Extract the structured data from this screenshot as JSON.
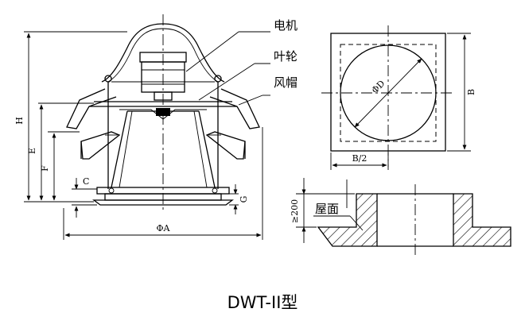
{
  "labels": {
    "motor": "电机",
    "impeller": "叶轮",
    "hood": "风帽",
    "roof": "屋面"
  },
  "dimensions": {
    "H": "H",
    "E": "E",
    "F": "F",
    "C": "C",
    "G": "G",
    "phiA": "ΦA",
    "phiD": "ΦD",
    "B": "B",
    "B_half": "B/2",
    "min_height": "≥200"
  },
  "title": "DWT-II型"
}
